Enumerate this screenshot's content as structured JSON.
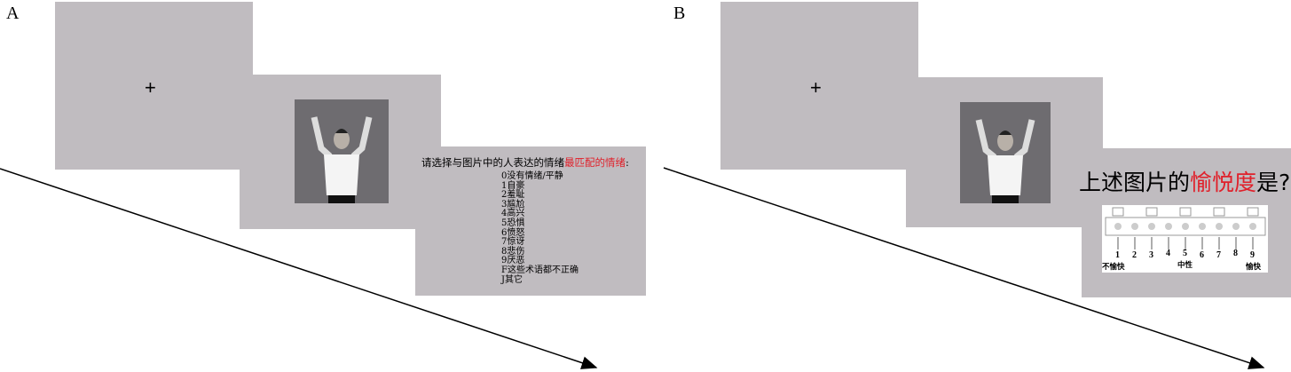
{
  "panel_a": {
    "label": "A",
    "fixation": "+",
    "question_prefix": "请选择与图片中的人表达的情绪",
    "question_highlight": "最匹配的情绪",
    "question_suffix": ":",
    "options": [
      "0没有情绪/平静",
      "1自豪",
      "2羞耻",
      "3尴尬",
      "4高兴",
      "5恐惧",
      "6愤怒",
      "7惊讶",
      "8悲伤",
      "9厌恶",
      "F这些术语都不正确",
      "J其它"
    ]
  },
  "panel_b": {
    "label": "B",
    "fixation": "+",
    "question_prefix": "上述图片的",
    "question_highlight": "愉悦度",
    "question_suffix": "是?",
    "scale_numbers": [
      "1",
      "2",
      "3",
      "4",
      "5",
      "6",
      "7",
      "8",
      "9"
    ],
    "anchor_low": "不愉快",
    "anchor_mid": "中性",
    "anchor_high": "愉快"
  },
  "colors": {
    "screen": "#c0bcc0",
    "highlight": "#e0202a",
    "photo_bg": "#6e6c70"
  }
}
